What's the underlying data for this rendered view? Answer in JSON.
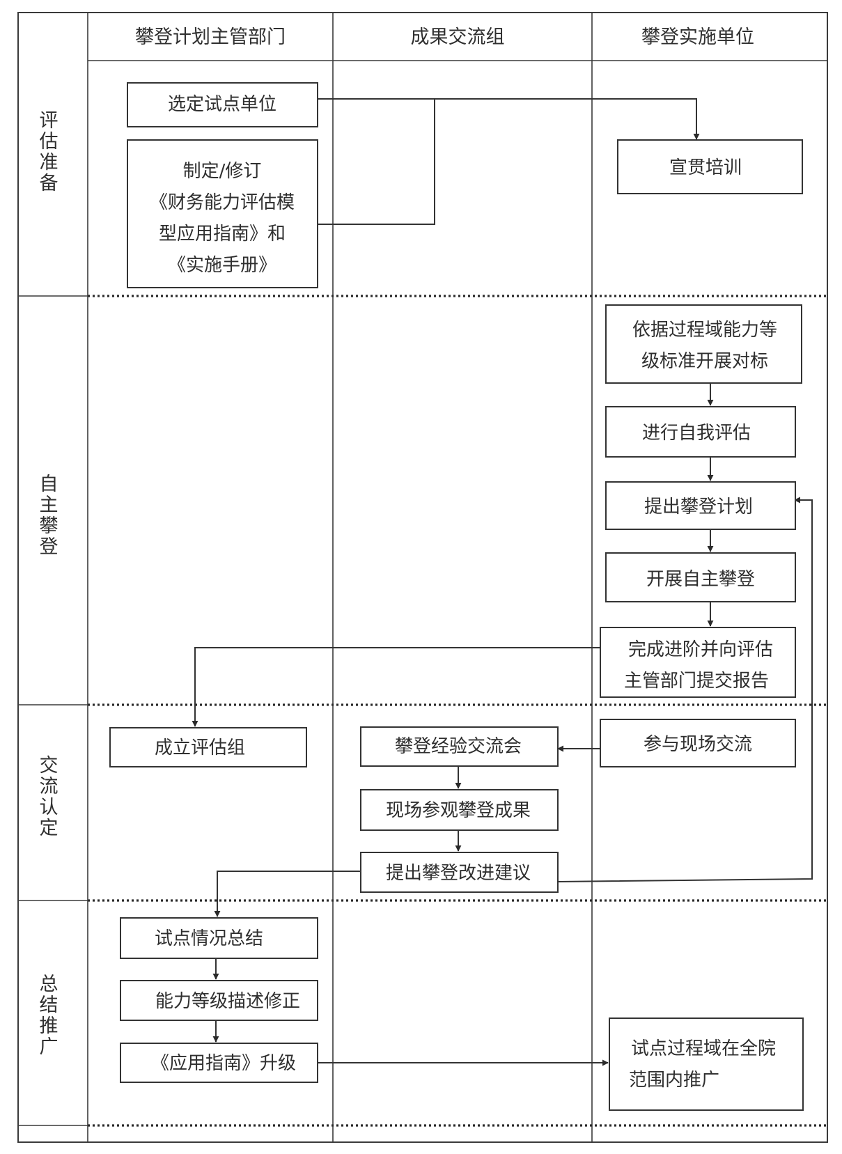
{
  "columns": [
    "攀登计划主管部门",
    "成果交流组",
    "攀登实施单位"
  ],
  "phases": [
    [
      "评",
      "估",
      "准",
      "备"
    ],
    [
      "自",
      "主",
      "攀",
      "登"
    ],
    [
      "交",
      "流",
      "认",
      "定"
    ],
    [
      "总",
      "结",
      "推",
      "广"
    ]
  ],
  "boxes": {
    "select": [
      "选定试点单位"
    ],
    "draft": [
      "制定/修订",
      "《财务能力评估模",
      "型应用指南》和",
      "《实施手册》"
    ],
    "training": [
      "宣贯培训"
    ],
    "benchmark": [
      "依据过程域能力等",
      "级标准开展对标"
    ],
    "selfeval": [
      "进行自我评估"
    ],
    "plan": [
      "提出攀登计划"
    ],
    "climb": [
      "开展自主攀登"
    ],
    "report": [
      "完成进阶并向评估",
      "主管部门提交报告"
    ],
    "group": [
      "成立评估组"
    ],
    "meeting": [
      "攀登经验交流会"
    ],
    "onsite": [
      "参与现场交流"
    ],
    "visit": [
      "现场参观攀登成果"
    ],
    "suggest": [
      "提出攀登改进建议"
    ],
    "summary": [
      "试点情况总结"
    ],
    "revise": [
      "能力等级描述修正"
    ],
    "upgrade": [
      "《应用指南》升级"
    ],
    "promote": [
      "试点过程域在全院",
      "范围内推广"
    ]
  }
}
